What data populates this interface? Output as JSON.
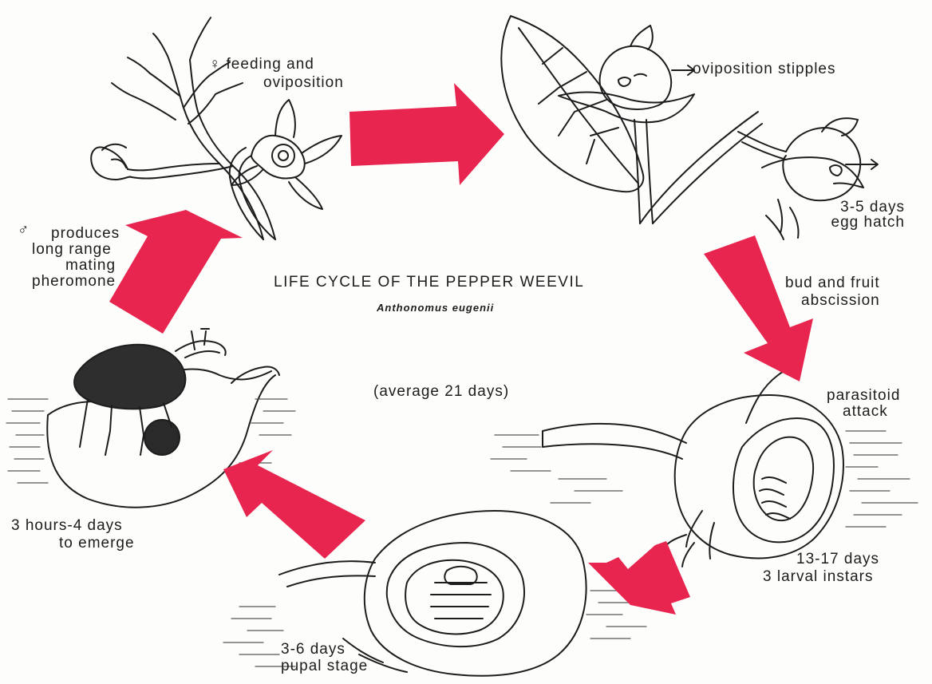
{
  "title": "LIFE CYCLE OF THE PEPPER WEEVIL",
  "scientific_name": "Anthonomus eugenii",
  "duration": "(average 21 days)",
  "colors": {
    "arrow": "#e8254f",
    "ink": "#1d1d1d"
  },
  "stages": {
    "feeding": {
      "symbol": "♀",
      "line1": "feeding and",
      "line2": "oviposition"
    },
    "stipples": {
      "text": "oviposition stipples"
    },
    "egg": {
      "line1": "3-5 days",
      "line2": "egg hatch"
    },
    "abscission": {
      "line1": "bud and fruit",
      "line2": "abscission"
    },
    "parasitoid": {
      "line1": "parasitoid",
      "line2": "attack"
    },
    "larval": {
      "line1": "13-17 days",
      "line2": "3 larval instars"
    },
    "pupal": {
      "line1": "3-6 days",
      "line2": "pupal stage"
    },
    "emerge": {
      "line1": "3 hours-4 days",
      "line2": "to emerge"
    },
    "male": {
      "symbol": "♂",
      "line1": "produces",
      "line2": "long range",
      "line3": "mating",
      "line4": "pheromone"
    }
  }
}
